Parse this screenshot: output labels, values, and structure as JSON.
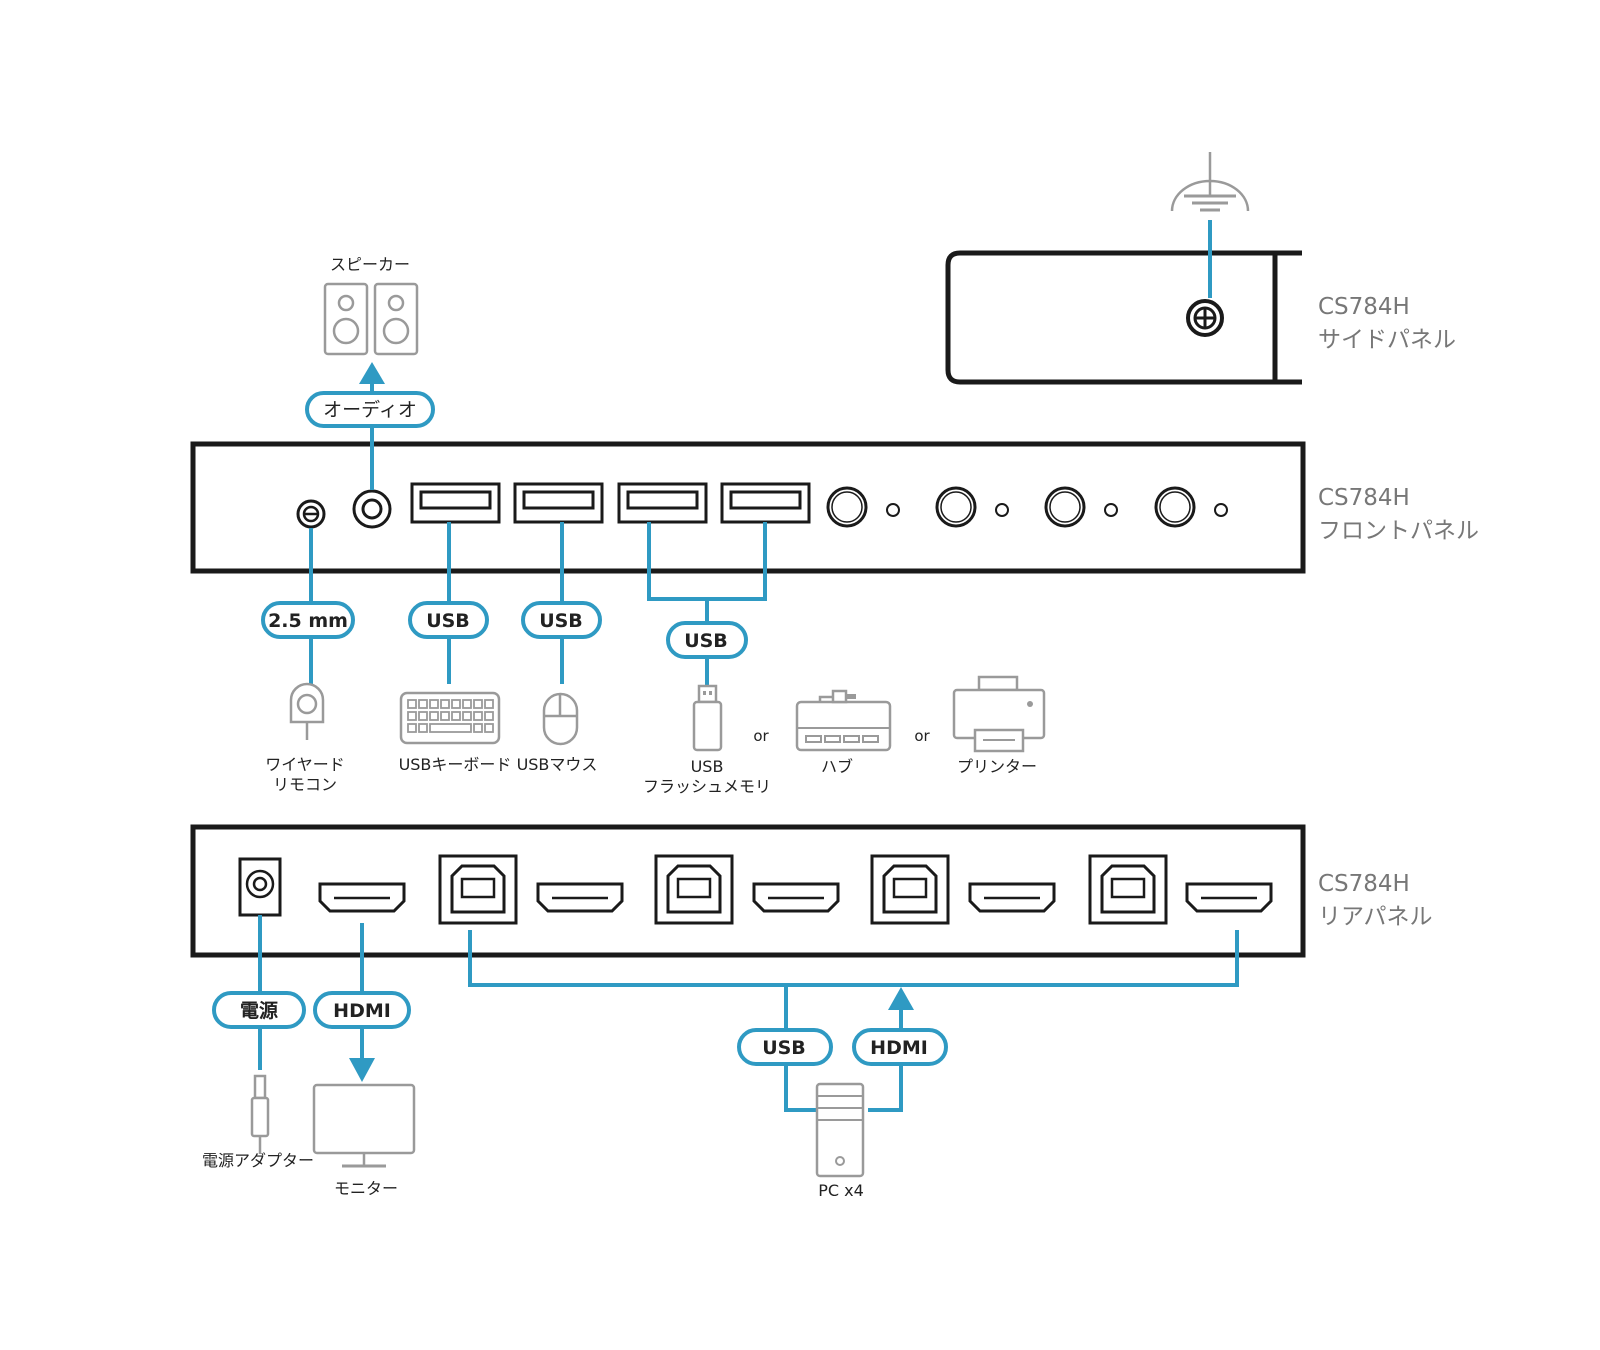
{
  "panels": {
    "side": {
      "model": "CS784H",
      "name": "サイドパネル"
    },
    "front": {
      "model": "CS784H",
      "name": "フロントパネル"
    },
    "rear": {
      "model": "CS784H",
      "name": "リアパネル"
    }
  },
  "connectors": {
    "audio": "オーディオ",
    "remote_jack": "2.5 mm",
    "usb_keyboard": "USB",
    "usb_mouse": "USB",
    "usb_shared": "USB",
    "power": "電源",
    "hdmi_monitor": "HDMI",
    "usb_pc": "USB",
    "hdmi_pc": "HDMI"
  },
  "devices": {
    "speaker": "スピーカー",
    "remote_line1": "ワイヤード",
    "remote_line2": "リモコン",
    "keyboard": "USBキーボード",
    "mouse": "USBマウス",
    "flash_line1": "USB",
    "flash_line2": "フラッシュメモリ",
    "hub": "ハブ",
    "printer": "プリンター",
    "power_adapter": "電源アダプター",
    "monitor": "モニター",
    "pc": "PC x4"
  },
  "or_labels": [
    "or",
    "or"
  ],
  "colors": {
    "cable": "#2f9ac3",
    "panel": "#1a1a1a",
    "device": "#9a9a9a",
    "panel_label": "#777777"
  }
}
